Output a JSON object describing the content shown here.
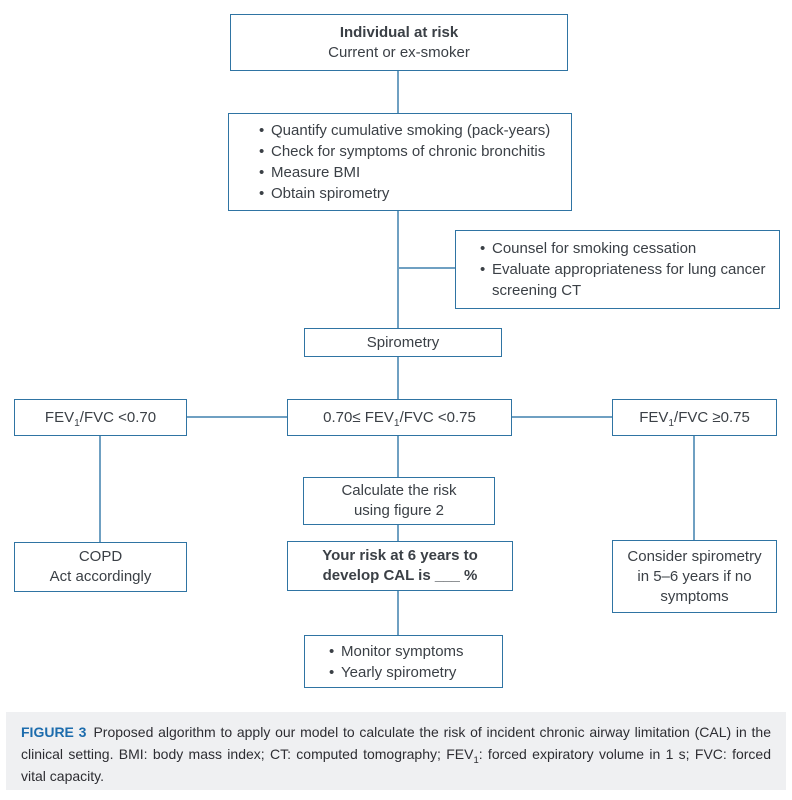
{
  "flowchart": {
    "individual": {
      "title": "Individual at risk",
      "subtitle": "Current or ex-smoker"
    },
    "workup": {
      "bullets": [
        "Quantify cumulative smoking (pack-years)",
        "Check for symptoms of chronic bronchitis",
        "Measure BMI",
        "Obtain spirometry"
      ]
    },
    "cessation": {
      "bullets": [
        "Counsel for smoking cessation",
        "Evaluate appropriateness for lung cancer screening CT"
      ]
    },
    "spirometry": {
      "label": "Spirometry"
    },
    "fev_low": {
      "pre": "FEV",
      "sub": "1",
      "post": "/FVC <0.70"
    },
    "fev_mid": {
      "pre": "0.70≤ FEV",
      "sub": "1",
      "post": "/FVC <0.75"
    },
    "fev_high": {
      "pre": "FEV",
      "sub": "1",
      "post": "/FVC ≥0.75"
    },
    "calculate": {
      "lines": [
        "Calculate the risk",
        "using figure 2"
      ]
    },
    "risk_result": {
      "lines": [
        "Your risk at 6 years to",
        "develop CAL is ___ %"
      ]
    },
    "copd": {
      "lines": [
        "COPD",
        "Act accordingly"
      ]
    },
    "consider": {
      "lines": [
        "Consider spirometry",
        "in 5–6 years if no",
        "symptoms"
      ]
    },
    "followup": {
      "bullets": [
        "Monitor symptoms",
        "Yearly spirometry"
      ]
    }
  },
  "caption": {
    "label": "FIGURE 3",
    "text_before_sub": "Proposed algorithm to apply our model to calculate the risk of incident chronic airway limitation (CAL) in the clinical setting. BMI: body mass index; CT: computed tomography; FEV",
    "sub": "1",
    "text_after_sub": ": forced expiratory volume in 1 s; FVC: forced vital capacity."
  },
  "colors": {
    "border": "#2f74a3",
    "line": "#6fa0c2",
    "ink": "#3b4046",
    "caption_bg": "#eff0f2",
    "caption_ink": "#2d2d32",
    "caption_label": "#1c6cad"
  }
}
